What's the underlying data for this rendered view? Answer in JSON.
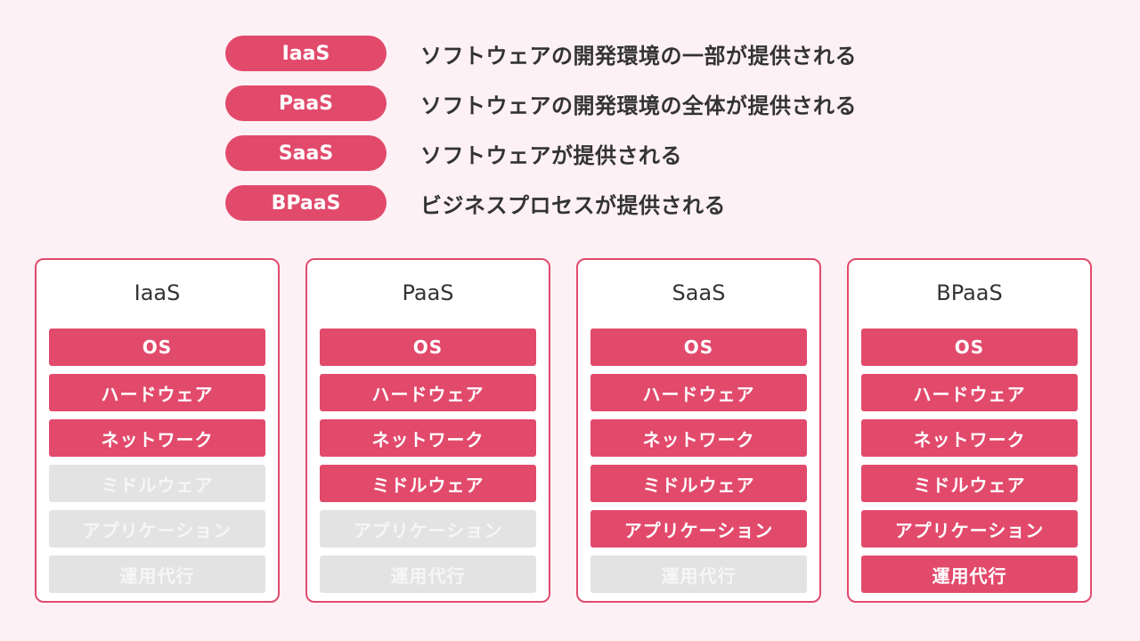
{
  "colors": {
    "accent": "#e24a6c",
    "inactive": "#e3e3e3",
    "background": "#fdf1f5"
  },
  "legend": [
    {
      "label": "IaaS",
      "description": "ソフトウェアの開発環境の一部が提供される"
    },
    {
      "label": "PaaS",
      "description": "ソフトウェアの開発環境の全体が提供される"
    },
    {
      "label": "SaaS",
      "description": "ソフトウェアが提供される"
    },
    {
      "label": "BPaaS",
      "description": "ビジネスプロセスが提供される"
    }
  ],
  "layers": [
    "OS",
    "ハードウェア",
    "ネットワーク",
    "ミドルウェア",
    "アプリケーション",
    "運用代行"
  ],
  "cards": [
    {
      "title": "IaaS",
      "provided_count": 3
    },
    {
      "title": "PaaS",
      "provided_count": 4
    },
    {
      "title": "SaaS",
      "provided_count": 5
    },
    {
      "title": "BPaaS",
      "provided_count": 6
    }
  ]
}
